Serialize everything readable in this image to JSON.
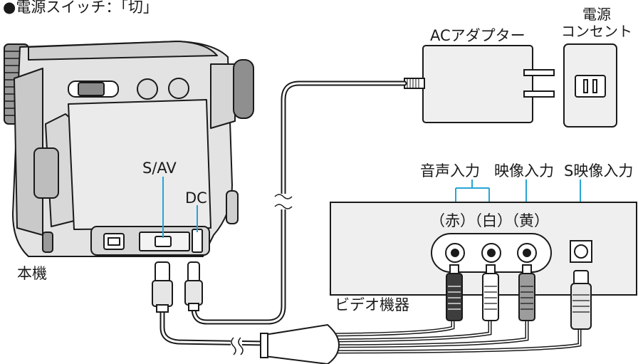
{
  "heading": "●電源スイッチ：「切」",
  "labels": {
    "ac_adapter": "ACアダプター",
    "outlet_line1": "電源",
    "outlet_line2": "コンセント",
    "s_av": "S/AV",
    "dc": "DC",
    "camera": "本機",
    "audio_in": "音声入力",
    "video_in": "映像入力",
    "s_video_in": "S映像入力",
    "red": "（赤）",
    "white": "（白）",
    "yellow": "（黄）",
    "video_device": "ビデオ機器"
  },
  "colors": {
    "line": "#1a1a1a",
    "camera_body": "#e3e3e3",
    "camera_shade": "#b9b9b9",
    "panel": "#efefef",
    "accent_cyan": "#27a5d6",
    "plug_dark": "#3d3d3d",
    "white": "#ffffff"
  }
}
